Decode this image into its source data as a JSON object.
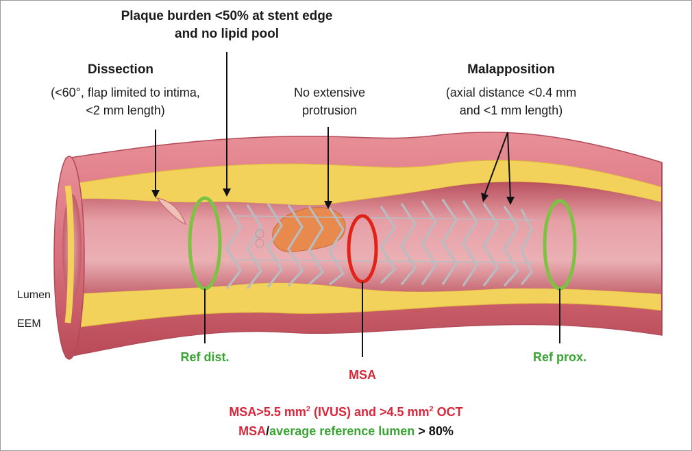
{
  "labels": {
    "plaque_title_line1": "Plaque burden <50% at stent edge",
    "plaque_title_line2": "and no lipid pool",
    "dissection_title": "Dissection",
    "dissection_detail_line1": "(<60°, flap limited to intima,",
    "dissection_detail_line2": "<2 mm length)",
    "protrusion_line1": "No extensive",
    "protrusion_line2": "protrusion",
    "malapposition_title": "Malapposition",
    "malapposition_detail_line1": "(axial distance <0.4 mm",
    "malapposition_detail_line2": "and <1 mm length)",
    "lumen": "Lumen",
    "eem": "EEM",
    "ref_dist": "Ref dist.",
    "msa": "MSA",
    "ref_prox": "Ref prox."
  },
  "footer": {
    "line1_part1": "MSA>5.5 mm",
    "line1_sup1": "2",
    "line1_part2": " (IVUS) and >4.5 mm",
    "line1_sup2": "2",
    "line1_part3": " OCT",
    "line2_msa": "MSA",
    "line2_slash": "/",
    "line2_ref": "average reference lumen",
    "line2_end": " > 80%"
  },
  "colors": {
    "vessel_wall": "#d9707c",
    "vessel_wall_dark": "#c4505e",
    "plaque": "#f2d25a",
    "lumen": "#e79aa0",
    "stent": "#c4c6c9",
    "ring_green": "#7dc242",
    "ring_red": "#e2231a",
    "label_green": "#3aa535",
    "label_red": "#d8263a"
  }
}
